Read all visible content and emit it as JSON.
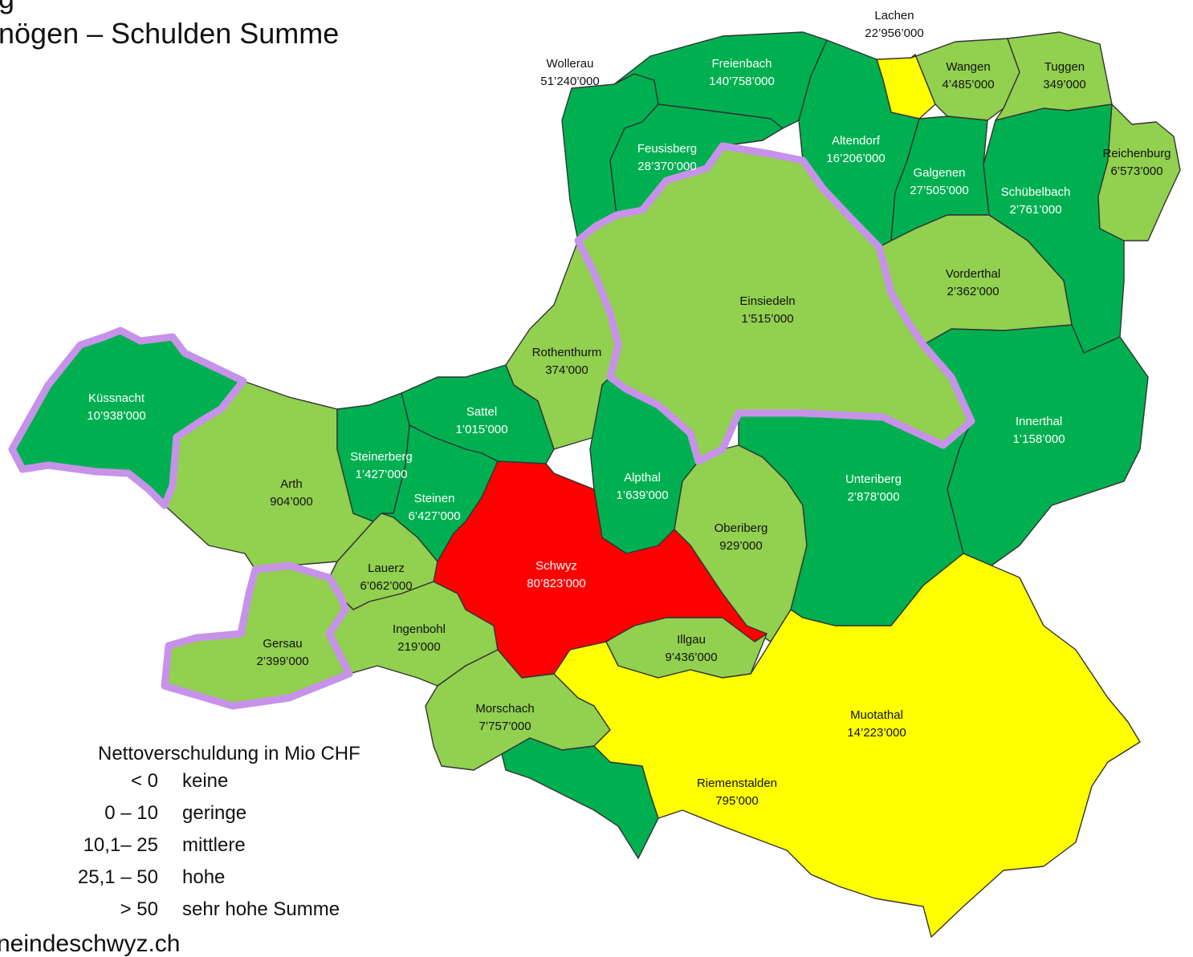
{
  "title": {
    "line1": "g",
    "line2": "nögen – Schulden Summe"
  },
  "colors": {
    "keine": "#00b050",
    "geringe": "#92d050",
    "mittlere": "#ffff00",
    "sehr_hohe": "#ff0000",
    "highlight_outline": "#c792ea"
  },
  "municipalities": [
    {
      "id": "lachen",
      "name": "Lachen",
      "value": "22’956’000",
      "category": "mittlere"
    },
    {
      "id": "wollerau",
      "name": "Wollerau",
      "value": "51’240’000",
      "category": "keine"
    },
    {
      "id": "freienbach",
      "name": "Freienbach",
      "value": "140’758’000",
      "category": "keine"
    },
    {
      "id": "wangen",
      "name": "Wangen",
      "value": "4’485’000",
      "category": "geringe"
    },
    {
      "id": "tuggen",
      "name": "Tuggen",
      "value": "349’000",
      "category": "geringe"
    },
    {
      "id": "feusisberg",
      "name": "Feusisberg",
      "value": "28’370’000",
      "category": "keine"
    },
    {
      "id": "altendorf",
      "name": "Altendorf",
      "value": "16’206’000",
      "category": "keine"
    },
    {
      "id": "galgenen",
      "name": "Galgenen",
      "value": "27’505’000",
      "category": "keine"
    },
    {
      "id": "schuebelbach",
      "name": "Schübelbach",
      "value": "2’761’000",
      "category": "keine"
    },
    {
      "id": "reichenburg",
      "name": "Reichenburg",
      "value": "6’573’000",
      "category": "geringe"
    },
    {
      "id": "vorderthal",
      "name": "Vorderthal",
      "value": "2’362’000",
      "category": "geringe"
    },
    {
      "id": "einsiedeln",
      "name": "Einsiedeln",
      "value": "1’515’000",
      "category": "geringe"
    },
    {
      "id": "rothenthurm",
      "name": "Rothenthurm",
      "value": "374’000",
      "category": "geringe"
    },
    {
      "id": "kuessnacht",
      "name": "Küssnacht",
      "value": "10’938’000",
      "category": "keine"
    },
    {
      "id": "sattel",
      "name": "Sattel",
      "value": "1’015’000",
      "category": "keine"
    },
    {
      "id": "steinerberg",
      "name": "Steinerberg",
      "value": "1’427’000",
      "category": "keine"
    },
    {
      "id": "steinen",
      "name": "Steinen",
      "value": "6’427’000",
      "category": "keine"
    },
    {
      "id": "arth",
      "name": "Arth",
      "value": "904’000",
      "category": "geringe"
    },
    {
      "id": "alpthal",
      "name": "Alpthal",
      "value": "1’639’000",
      "category": "keine"
    },
    {
      "id": "innerthal",
      "name": "Innerthal",
      "value": "1’158’000",
      "category": "keine"
    },
    {
      "id": "unteriberg",
      "name": "Unteriberg",
      "value": "2’878’000",
      "category": "keine"
    },
    {
      "id": "oberiberg",
      "name": "Oberiberg",
      "value": "929’000",
      "category": "geringe"
    },
    {
      "id": "lauerz",
      "name": "Lauerz",
      "value": "6’062’000",
      "category": "geringe"
    },
    {
      "id": "schwyz",
      "name": "Schwyz",
      "value": "80’823’000",
      "category": "sehr_hohe"
    },
    {
      "id": "gersau",
      "name": "Gersau",
      "value": "2’399’000",
      "category": "geringe"
    },
    {
      "id": "ingenbohl",
      "name": "Ingenbohl",
      "value": "219’000",
      "category": "geringe"
    },
    {
      "id": "illgau",
      "name": "Illgau",
      "value": "9’436’000",
      "category": "geringe"
    },
    {
      "id": "morschach",
      "name": "Morschach",
      "value": "7’757’000",
      "category": "geringe"
    },
    {
      "id": "muotathal",
      "name": "Muotathal",
      "value": "14’223’000",
      "category": "mittlere"
    },
    {
      "id": "riemenstalden",
      "name": "Riemenstalden",
      "value": "795’000",
      "category": "keine"
    }
  ],
  "legend": {
    "title": "Nettoverschuldung in Mio CHF",
    "items": [
      {
        "range": "< 0",
        "label": "keine"
      },
      {
        "range": "0 – 10",
        "label": "geringe"
      },
      {
        "range": "10,1– 25",
        "label": "mittlere"
      },
      {
        "range": "25,1 – 50",
        "label": "hohe"
      },
      {
        "range": "> 50",
        "label": "sehr hohe Summe"
      }
    ]
  },
  "footer": {
    "url": "neindeschwyz.ch"
  }
}
